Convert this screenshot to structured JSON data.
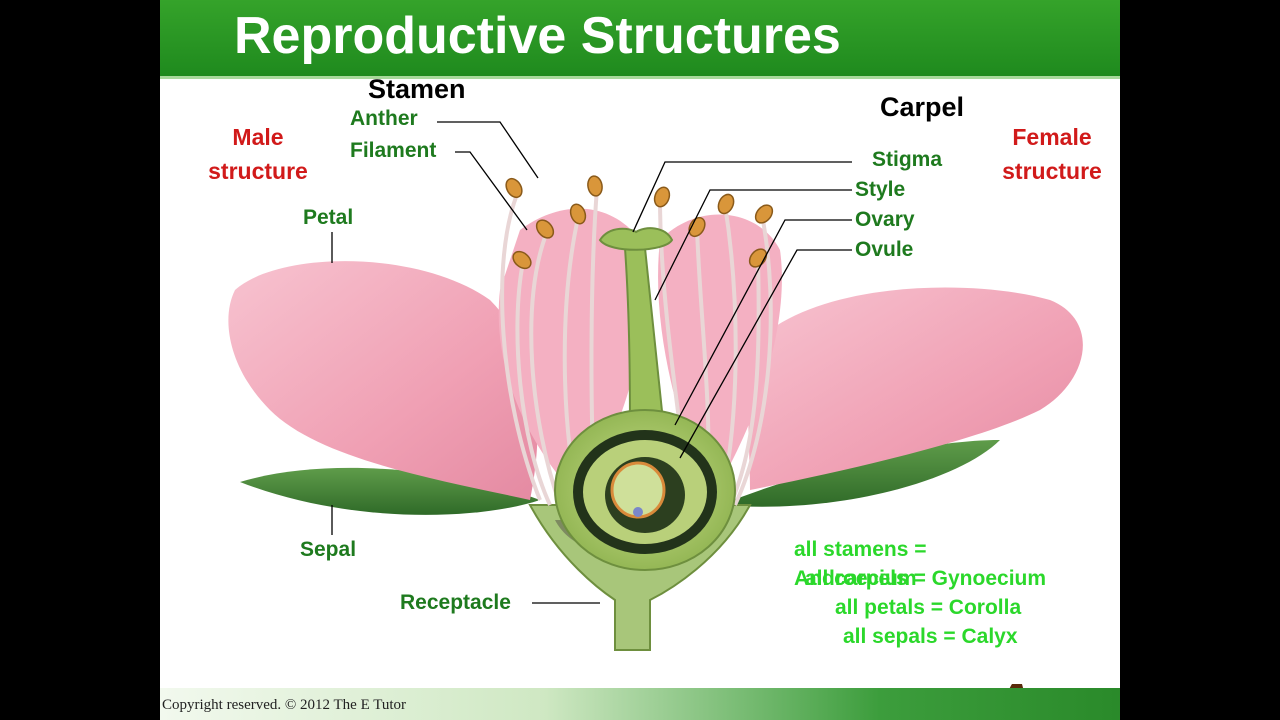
{
  "slide": {
    "title": "Reproductive Structures",
    "copyright": "Copyright reserved. © 2012 The E Tutor"
  },
  "diagram": {
    "groups": {
      "stamen": "Stamen",
      "carpel": "Carpel",
      "male_line1": "Male",
      "male_line2": "structure",
      "female_line1": "Female",
      "female_line2": "structure"
    },
    "parts": {
      "anther": "Anther",
      "filament": "Filament",
      "petal": "Petal",
      "sepal": "Sepal",
      "receptacle": "Receptacle",
      "stigma": "Stigma",
      "style": "Style",
      "ovary": "Ovary",
      "ovule": "Ovule"
    },
    "notes": {
      "androecium_line1": "all stamens =",
      "androecium_line2": "Androecium",
      "gynoecium": "all carpels = Gynoecium",
      "corolla": "all petals = Corolla",
      "calyx": "all sepals = Calyx"
    },
    "colors": {
      "petal": "#f2a3b8",
      "sepal": "#4a8a3a",
      "carpel": "#9bbf5a",
      "anther": "#d9963a",
      "label_green": "#1e7a1e",
      "label_red": "#d11a1a",
      "note_green": "#2bd82b",
      "title_bar": "#2a992a"
    }
  }
}
